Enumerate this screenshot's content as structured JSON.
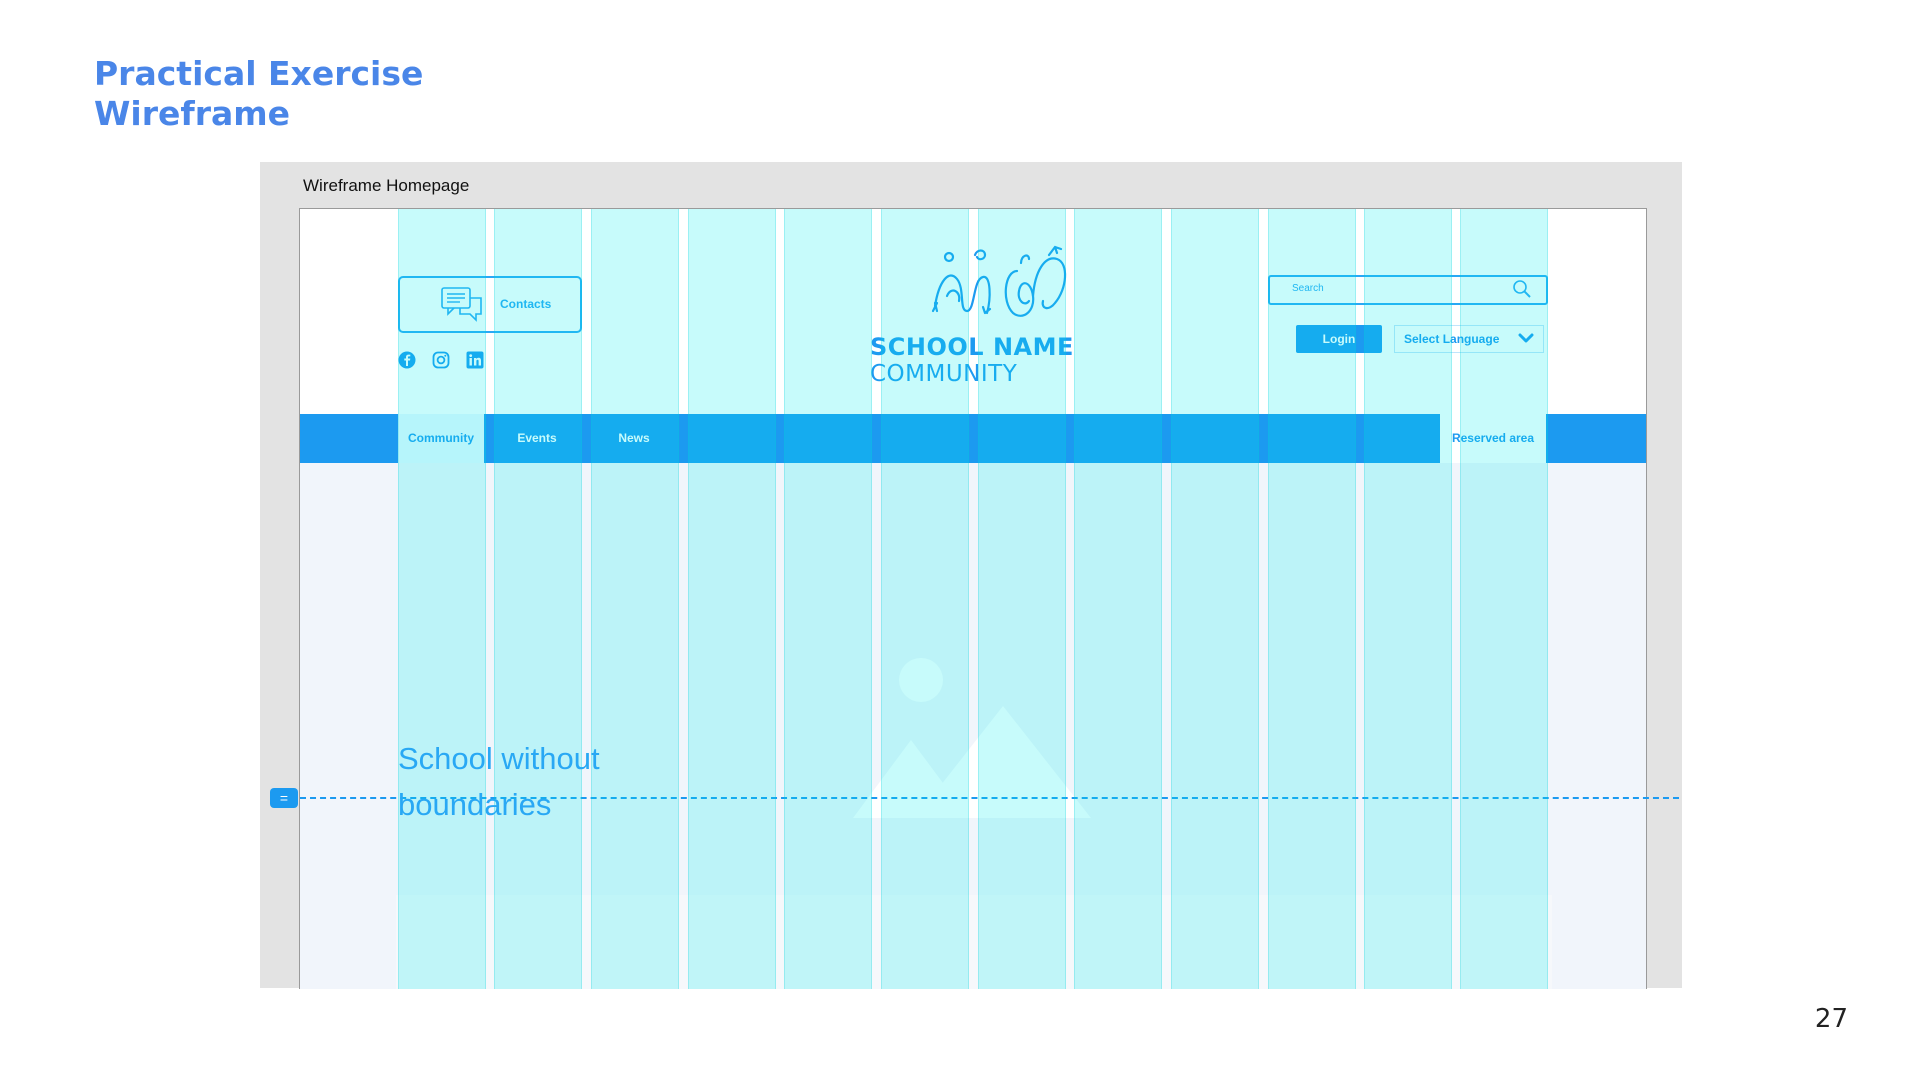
{
  "slide": {
    "title_line1": "Practical Exercise",
    "title_line2": "Wireframe",
    "page_number": "27"
  },
  "frame": {
    "label": "Wireframe Homepage"
  },
  "header": {
    "contacts_label": "Contacts",
    "social_icons": [
      "facebook-icon",
      "instagram-icon",
      "linkedin-icon"
    ],
    "logo_line1": "SCHOOL NAME",
    "logo_line2": "COMMUNITY",
    "search_placeholder": "Search",
    "login_label": "Login",
    "language_label": "Select Language"
  },
  "nav": {
    "items": [
      "Community",
      "Events",
      "News"
    ],
    "reserved_label": "Reserved area"
  },
  "hero": {
    "title_line1": "School without",
    "title_line2": "boundaries"
  },
  "colors": {
    "brand_blue": "#1c9af0",
    "light_blue": "#29a8f4",
    "title_blue": "#4a86e8",
    "grid_cyan": "#00eeee"
  }
}
